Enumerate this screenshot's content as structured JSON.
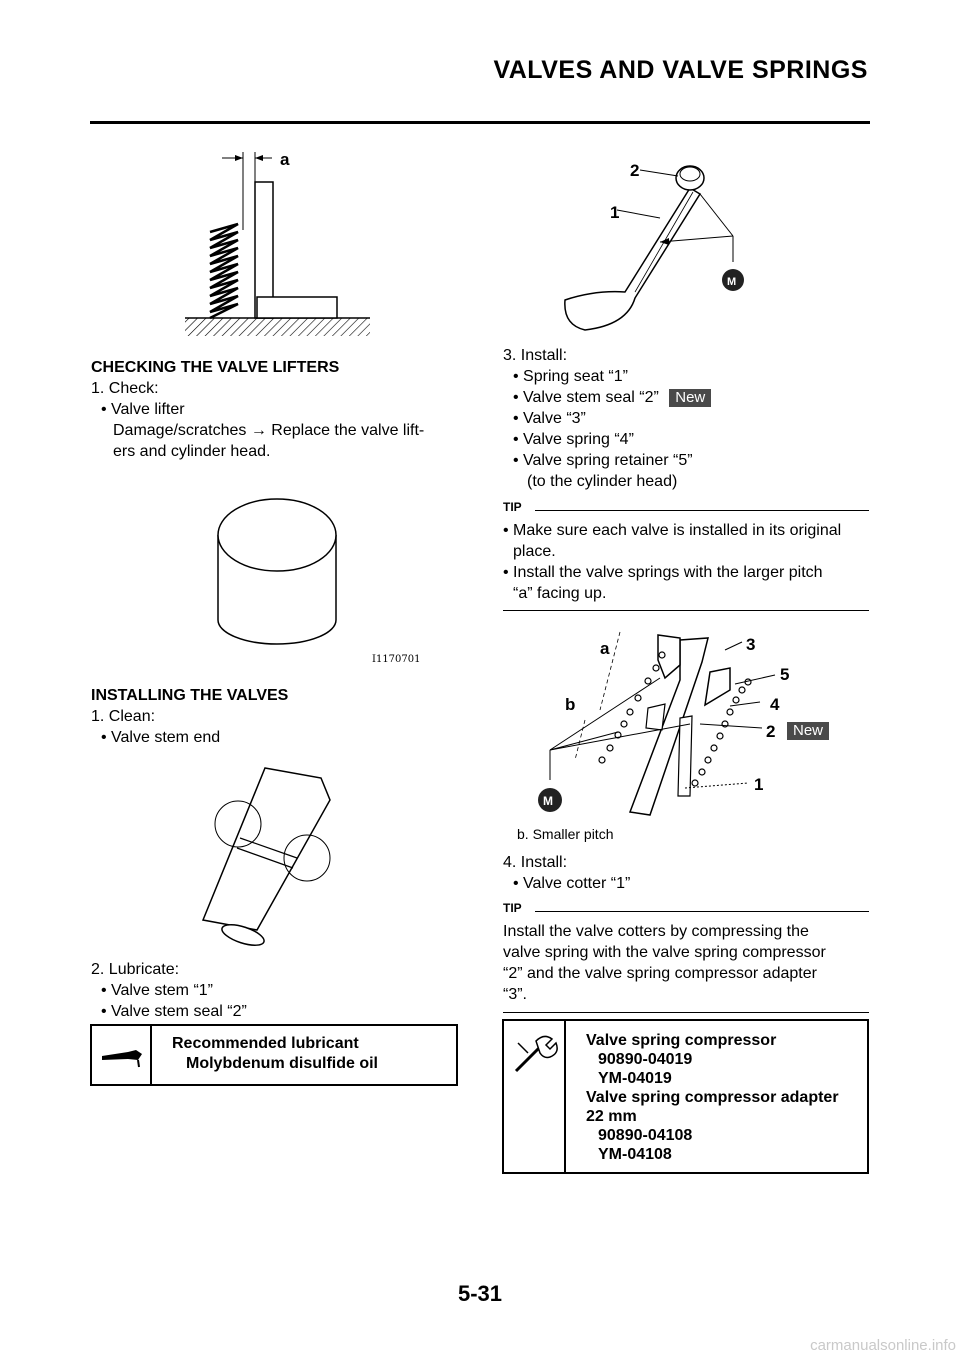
{
  "header": {
    "title": "VALVES AND VALVE SPRINGS"
  },
  "left": {
    "fig1_label_a": "a",
    "check_heading": "CHECKING THE VALVE LIFTERS",
    "check_step": "1. Check:",
    "check_bullet": "• Valve lifter",
    "check_detail_1": "Damage/scratches → Replace the valve lift-",
    "check_detail_2": "ers and cylinder head.",
    "fig2_code": "I1170701",
    "install_heading": "INSTALLING THE VALVES",
    "clean_step": "1. Clean:",
    "clean_bullet": "• Valve stem end",
    "lub_step": "2. Lubricate:",
    "lub_bullet_1": "• Valve stem “1”",
    "lub_bullet_2": "• Valve stem seal “2”",
    "lub_box_title": "Recommended lubricant",
    "lub_box_value": "Molybdenum disulfide oil"
  },
  "right": {
    "fig_a_labels": {
      "one": "1",
      "two": "2",
      "m": "M"
    },
    "install_step": "3. Install:",
    "install_bullets": [
      "• Spring seat “1”",
      "• Valve stem seal “2”",
      "• Valve “3”",
      "• Valve spring “4”",
      "• Valve spring retainer “5”",
      "(to the cylinder head)"
    ],
    "new_badge": "New",
    "tip_label": "TIP",
    "tip1_lines": [
      "• Make sure each valve is installed in its original",
      "place.",
      "• Install the valve springs with the larger pitch",
      "“a” facing up."
    ],
    "fig_b_labels": {
      "a": "a",
      "b": "b",
      "one": "1",
      "two": "2",
      "three": "3",
      "four": "4",
      "five": "5",
      "m": "M"
    },
    "fig_b_caption": "b.  Smaller pitch",
    "install4_step": "4. Install:",
    "install4_bullet": "• Valve cotter “1”",
    "tip2_lines": [
      "Install the valve cotters by compressing the",
      "valve spring with the valve spring compressor",
      "“2” and the valve spring compressor adapter",
      "“3”."
    ],
    "tool_box_lines": [
      "Valve spring compressor",
      "90890-04019",
      "YM-04019",
      "Valve spring compressor adapter",
      "22 mm",
      "90890-04108",
      "YM-04108"
    ]
  },
  "footer": {
    "page_number": "5-31",
    "watermark": "carmanualsonline.info"
  }
}
